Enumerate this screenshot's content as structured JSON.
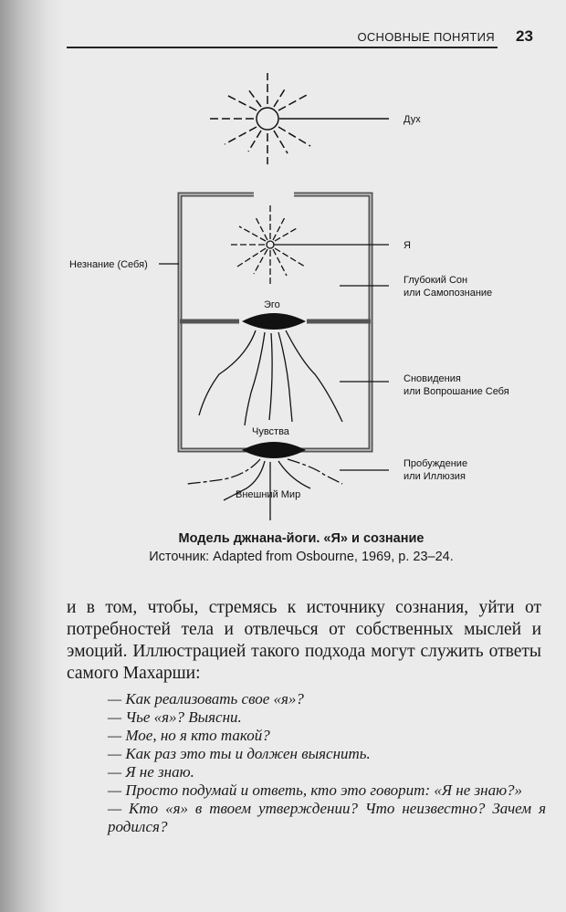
{
  "header": {
    "title": "ОСНОВНЫЕ ПОНЯТИЯ",
    "page_number": "23"
  },
  "diagram": {
    "labels": {
      "spirit": "Дух",
      "self": "Я",
      "ignorance": "Незнание (Себя)",
      "deep_sleep_1": "Глубокий Сон",
      "deep_sleep_2": "или Самопознание",
      "ego": "Эго",
      "dreams_1": "Сновидения",
      "dreams_2": "или Вопрошание Себя",
      "senses": "Чувства",
      "waking_1": "Пробуждение",
      "waking_2": "или Иллюзия",
      "outer_world": "Внешний Мир"
    }
  },
  "caption": {
    "title": "Модель джнана-йоги. «Я» и сознание",
    "source": "Источник: Adapted from Osbourne, 1969, p. 23–24."
  },
  "body": {
    "paragraph": "и в том, чтобы, стремясь к источнику сознания, уйти от потребностей тела и отвлечься от собственных мыслей и эмоций. Иллюстрацией такого подхода могут служить ответы самого Махарши:",
    "dialog": [
      "— Как реализовать свое «я»?",
      "— Чье «я»? Выясни.",
      "— Мое, но я кто такой?",
      "— Как раз это ты и должен выяснить.",
      "— Я не знаю.",
      "— Просто подумай и ответь, кто это говорит: «Я не знаю?»",
      "— Кто «я» в твоем утверждении? Что неизвестно? Зачем я родился?"
    ]
  }
}
